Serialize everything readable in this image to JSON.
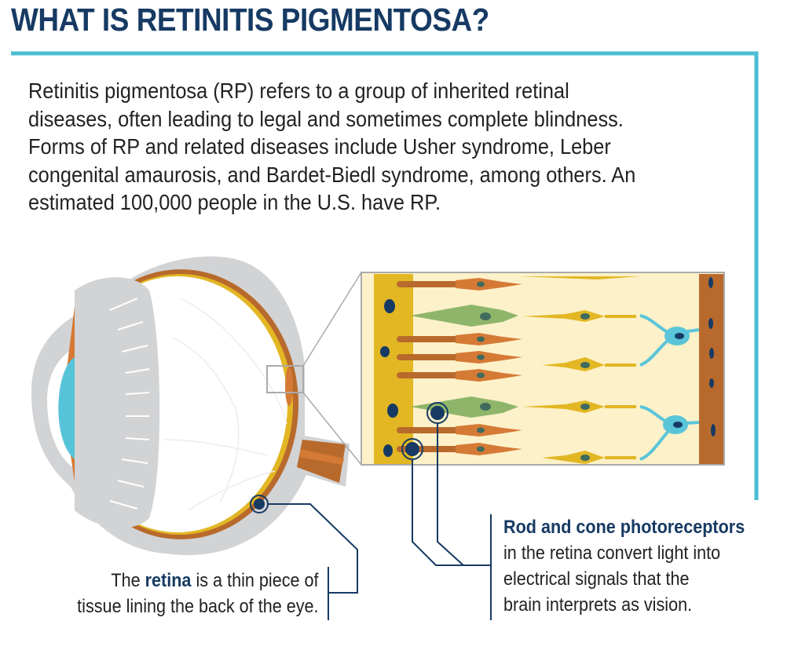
{
  "title": "WHAT IS RETINITIS PIGMENTOSA?",
  "intro_lines": [
    "Retinitis pigmentosa (RP) refers to a group of inherited retinal",
    "diseases, often leading to legal and sometimes complete blindness.",
    "Forms of RP and related diseases include Usher syndrome, Leber",
    "congenital amaurosis, and Bardet-Biedl syndrome, among others. An",
    "estimated 100,000 people in the U.S. have RP."
  ],
  "retina_caption": {
    "pre": "The ",
    "highlight": "retina",
    "post": " is a thin piece of",
    "line2": "tissue lining the back of the eye."
  },
  "photoreceptor_caption": {
    "heading": "Rod and cone photoreceptors",
    "lines": [
      "in the retina convert light into",
      "electrical signals that the",
      "brain interprets as vision."
    ]
  },
  "colors": {
    "navy": "#163a63",
    "teal": "#4bbdd3",
    "orange": "#d57a35",
    "brown": "#b86a2c",
    "yellow": "#e2b723",
    "green": "#8fb56a",
    "cyan": "#5ac5d9"
  }
}
